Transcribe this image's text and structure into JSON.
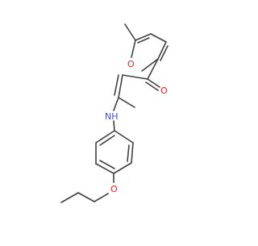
{
  "molecule": {
    "atoms": {
      "oxygen_furan": "O",
      "oxygen_carbonyl": "O",
      "nitrogen_amine": "NH",
      "oxygen_ether": "O"
    },
    "colors": {
      "bond": "#404040",
      "oxygen": "#e8231e",
      "nitrogen": "#3b4fd8",
      "background": "#ffffff"
    }
  }
}
